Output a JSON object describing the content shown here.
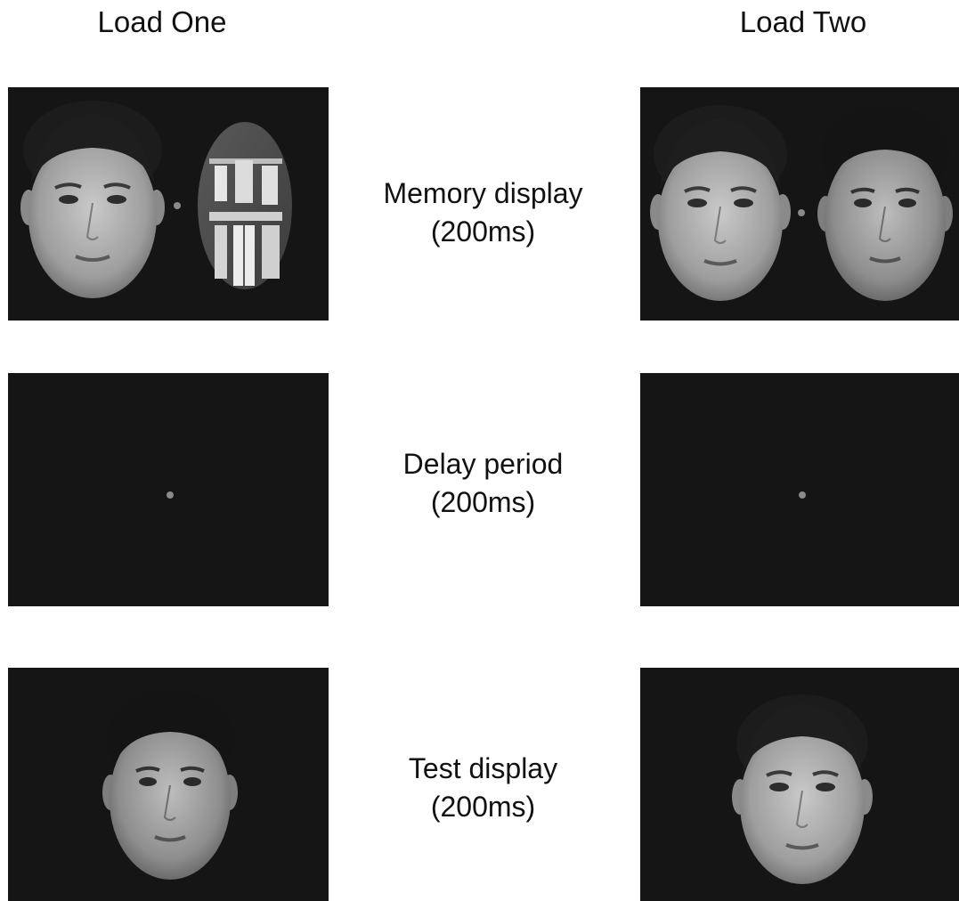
{
  "columns": {
    "left_title": "Load One",
    "right_title": "Load Two"
  },
  "rows": [
    {
      "label": "Memory display",
      "duration": "(200ms)"
    },
    {
      "label": "Delay period",
      "duration": "(200ms)"
    },
    {
      "label": "Test display",
      "duration": "(200ms)"
    }
  ],
  "colors": {
    "panel_background": "#151515",
    "fixation": "#8a8a8a",
    "page_background": "#ffffff"
  }
}
